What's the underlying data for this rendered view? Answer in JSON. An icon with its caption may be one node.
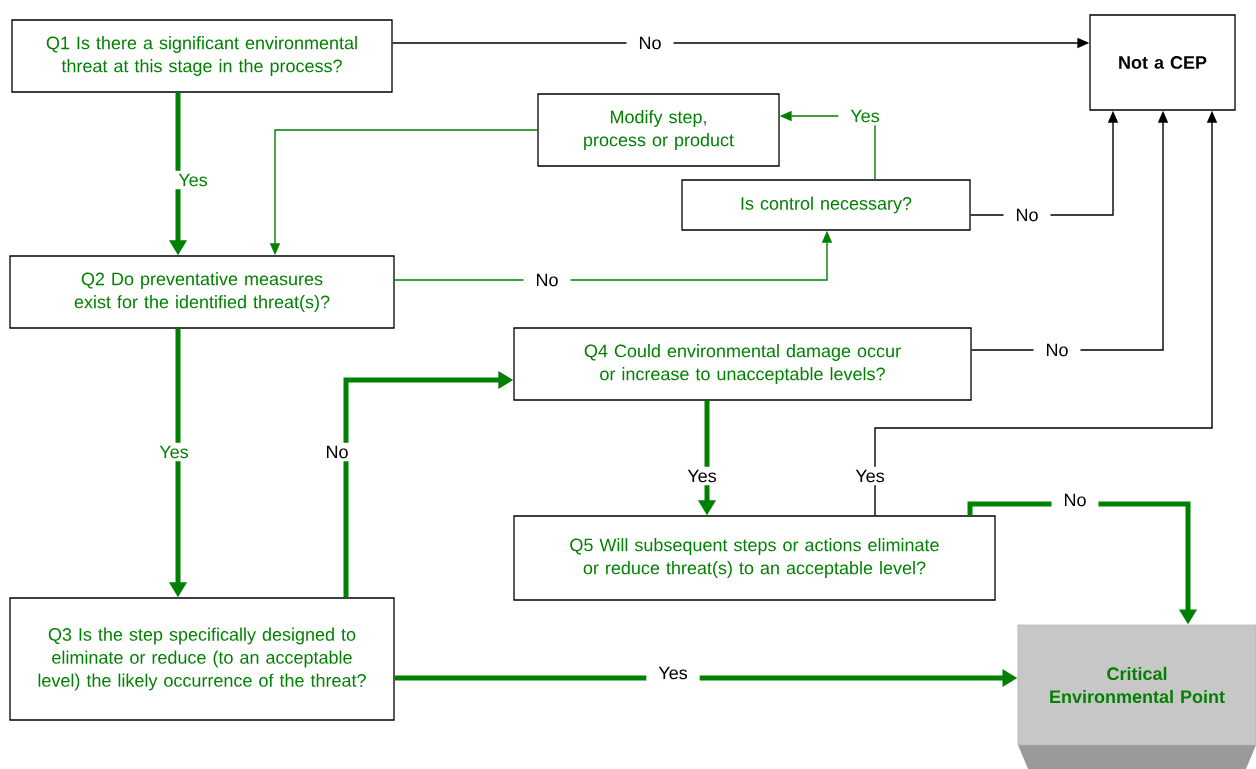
{
  "diagram": {
    "nodes": [
      {
        "text": [
          "Q1 Is there a significant environmental threat at this stage in the process?"
        ]
      },
      {
        "text": [
          "Not a CEP"
        ]
      },
      {
        "text": [
          "Modify step, process or product"
        ]
      },
      {
        "text": [
          "Is control necessary?"
        ]
      },
      {
        "text": [
          "Q2 Do preventative measures exist for the identified threat(s)?"
        ]
      },
      {
        "text": [
          "Q4 Could environmental damage occur or increase to unacceptable levels?"
        ]
      },
      {
        "text": [
          "Q5 Will subsequent steps or actions eliminate or reduce threat(s) to an acceptable level?"
        ]
      },
      {
        "text": [
          "Q3 Is the step specifically designed to eliminate or reduce (to an acceptable level) the likely occurrence of the threat?"
        ]
      },
      {
        "text": [
          "Critical Environmental Point"
        ]
      }
    ],
    "edges": [
      {
        "from": 0,
        "to": 1,
        "arrow": "to",
        "label": "No",
        "color": "#000000"
      },
      {
        "from": 0,
        "to": 4,
        "arrow": "to",
        "label": "Yes",
        "style": "thick"
      },
      {
        "from": 2,
        "to": 4,
        "arrow": "to"
      },
      {
        "from": 3,
        "to": 2,
        "arrow": "to",
        "label": "Yes"
      },
      {
        "from": 3,
        "to": 1,
        "arrow": "to",
        "label": "No",
        "color": "#000000"
      },
      {
        "from": 4,
        "to": 3,
        "arrow": "to",
        "label": "No"
      },
      {
        "from": 4,
        "to": 7,
        "arrow": "to",
        "label": "Yes",
        "style": "thick"
      },
      {
        "from": 7,
        "to": 5,
        "arrow": "to",
        "label": "No",
        "style": "thick"
      },
      {
        "from": 5,
        "to": 1,
        "arrow": "to",
        "label": "No",
        "color": "#000000"
      },
      {
        "from": 5,
        "to": 6,
        "arrow": "to",
        "label": "Yes",
        "style": "thick"
      },
      {
        "from": 6,
        "to": 1,
        "arrow": "to",
        "label": "Yes",
        "color": "#000000"
      },
      {
        "from": 6,
        "to": 8,
        "arrow": "to",
        "label": "No",
        "style": "thick"
      },
      {
        "from": 7,
        "to": 8,
        "arrow": "to",
        "label": "Yes",
        "style": "thick"
      }
    ]
  }
}
